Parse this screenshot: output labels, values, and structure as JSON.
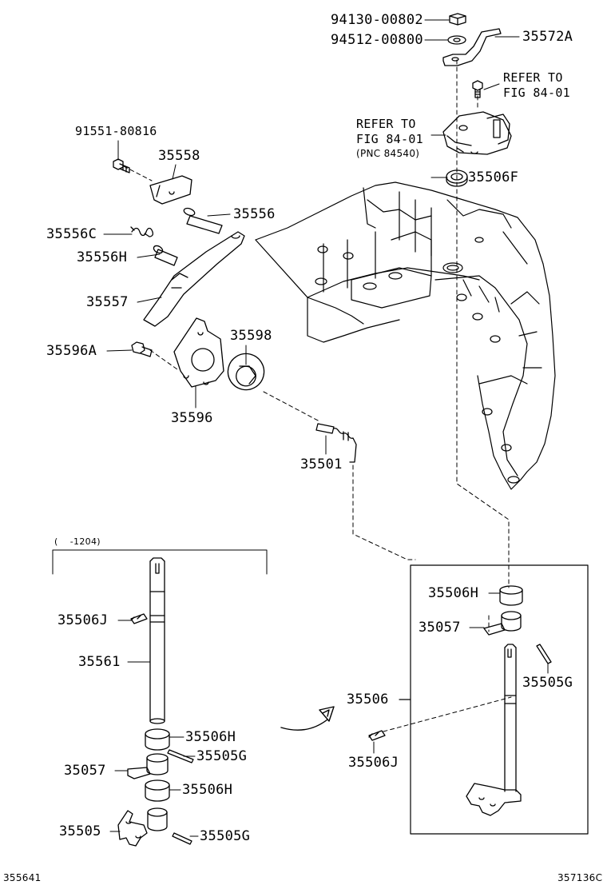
{
  "parts": {
    "p94130_00802": "94130-00802",
    "p94512_00800": "94512-00800",
    "p35572A": "35572A",
    "p91551_80816": "91551-80816",
    "p35558": "35558",
    "p35506F": "35506F",
    "p35556": "35556",
    "p35556C": "35556C",
    "p35556H": "35556H",
    "p35557": "35557",
    "p35596A": "35596A",
    "p35598": "35598",
    "p35596": "35596",
    "p35501": "35501",
    "p35506H_right": "35506H",
    "p35057_right": "35057",
    "p35505G_right": "35505G",
    "p35506_right": "35506",
    "p35506J_right": "35506J",
    "p35506J_left": "35506J",
    "p35561": "35561",
    "p35506H_left1": "35506H",
    "p35505G_left1": "35505G",
    "p35057_left": "35057",
    "p35506H_left2": "35506H",
    "p35505": "35505",
    "p35505G_left2": "35505G"
  },
  "refs": {
    "refer_top_line1": "REFER TO",
    "refer_top_line2": "FIG 84-01",
    "refer_mid_line1": "REFER TO",
    "refer_mid_line2": "FIG 84-01",
    "refer_mid_line3": "(PNC 84540)"
  },
  "notes": {
    "date_range": "(    -1204)",
    "footer_left": "355641",
    "footer_right": "357136C"
  },
  "colors": {
    "ink": "#000000",
    "background": "#ffffff"
  }
}
